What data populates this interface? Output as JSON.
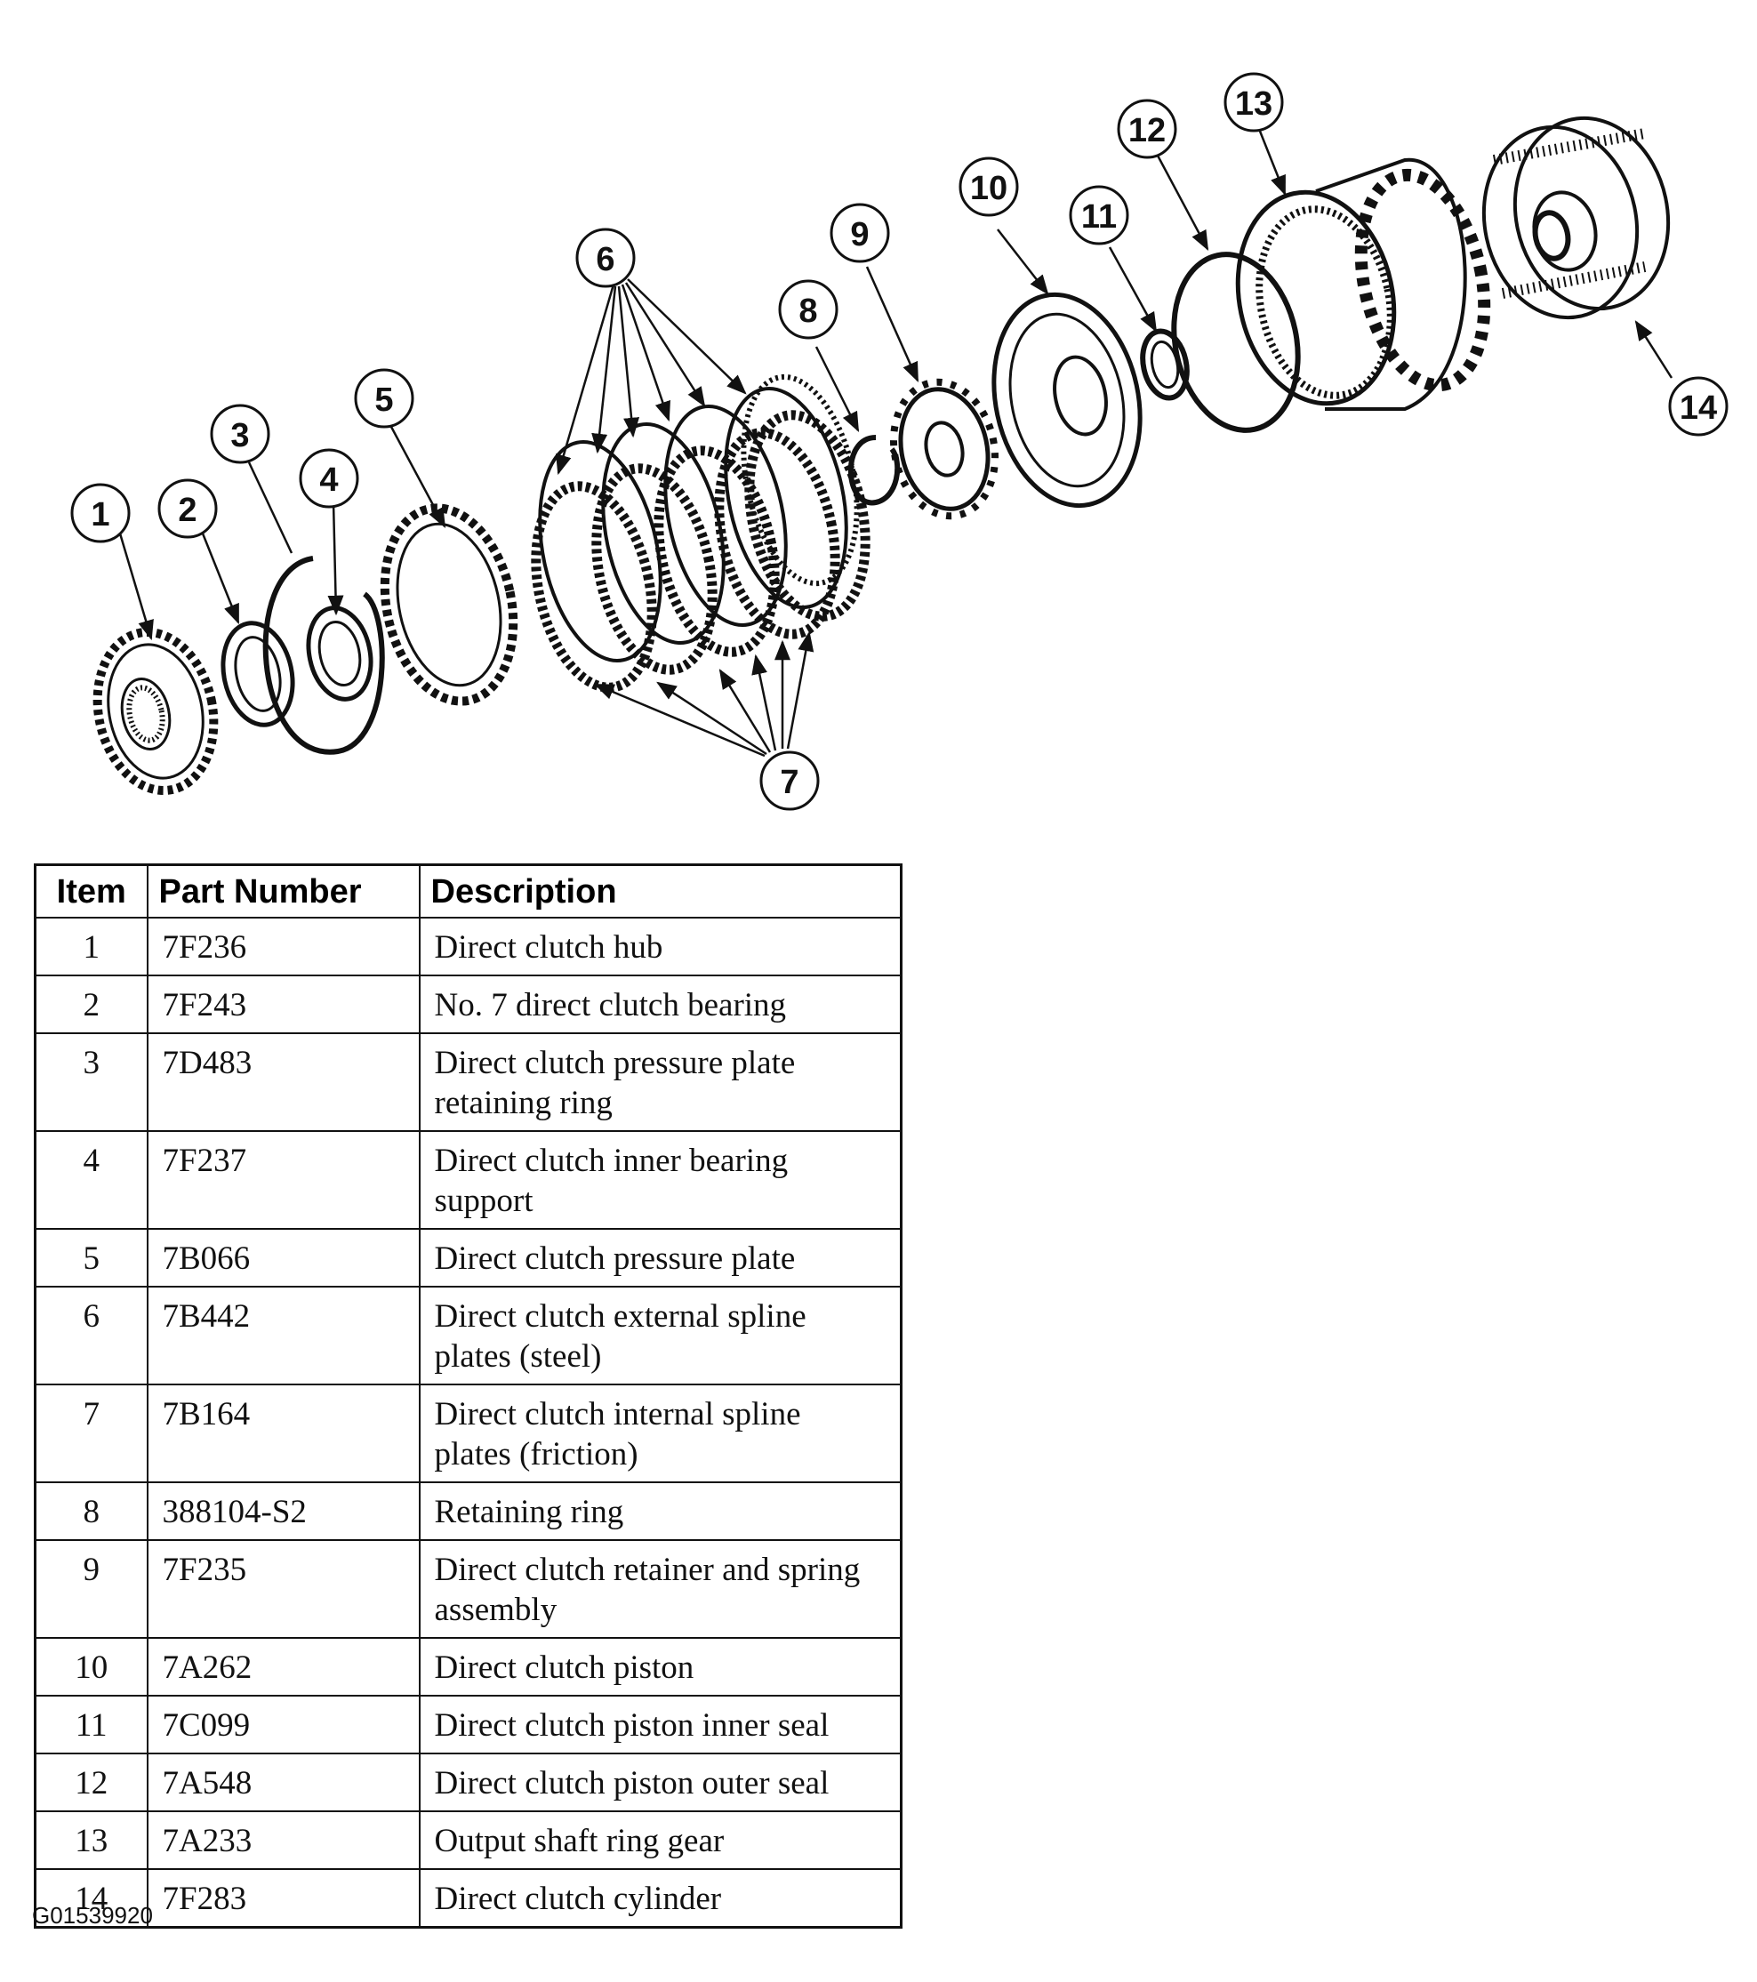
{
  "diagram": {
    "callouts": [
      "1",
      "2",
      "3",
      "4",
      "5",
      "6",
      "7",
      "8",
      "9",
      "10",
      "11",
      "12",
      "13",
      "14"
    ]
  },
  "table": {
    "headers": {
      "item": "Item",
      "part_number": "Part Number",
      "description": "Description"
    },
    "rows": [
      {
        "item": "1",
        "part_number": "7F236",
        "description": "Direct clutch hub"
      },
      {
        "item": "2",
        "part_number": "7F243",
        "description": "No. 7 direct clutch bearing"
      },
      {
        "item": "3",
        "part_number": "7D483",
        "description": "Direct clutch pressure plate retaining ring"
      },
      {
        "item": "4",
        "part_number": "7F237",
        "description": "Direct clutch inner bearing support"
      },
      {
        "item": "5",
        "part_number": "7B066",
        "description": "Direct clutch pressure plate"
      },
      {
        "item": "6",
        "part_number": "7B442",
        "description": "Direct clutch external spline plates (steel)"
      },
      {
        "item": "7",
        "part_number": "7B164",
        "description": "Direct clutch internal spline plates (friction)"
      },
      {
        "item": "8",
        "part_number": "388104-S2",
        "description": "Retaining ring"
      },
      {
        "item": "9",
        "part_number": "7F235",
        "description": "Direct clutch retainer and spring assembly"
      },
      {
        "item": "10",
        "part_number": "7A262",
        "description": "Direct clutch piston"
      },
      {
        "item": "11",
        "part_number": "7C099",
        "description": "Direct clutch piston inner seal"
      },
      {
        "item": "12",
        "part_number": "7A548",
        "description": "Direct clutch piston outer seal"
      },
      {
        "item": "13",
        "part_number": "7A233",
        "description": "Output shaft ring gear"
      },
      {
        "item": "14",
        "part_number": "7F283",
        "description": "Direct clutch cylinder"
      }
    ]
  },
  "footer": {
    "code": "G01539920"
  }
}
